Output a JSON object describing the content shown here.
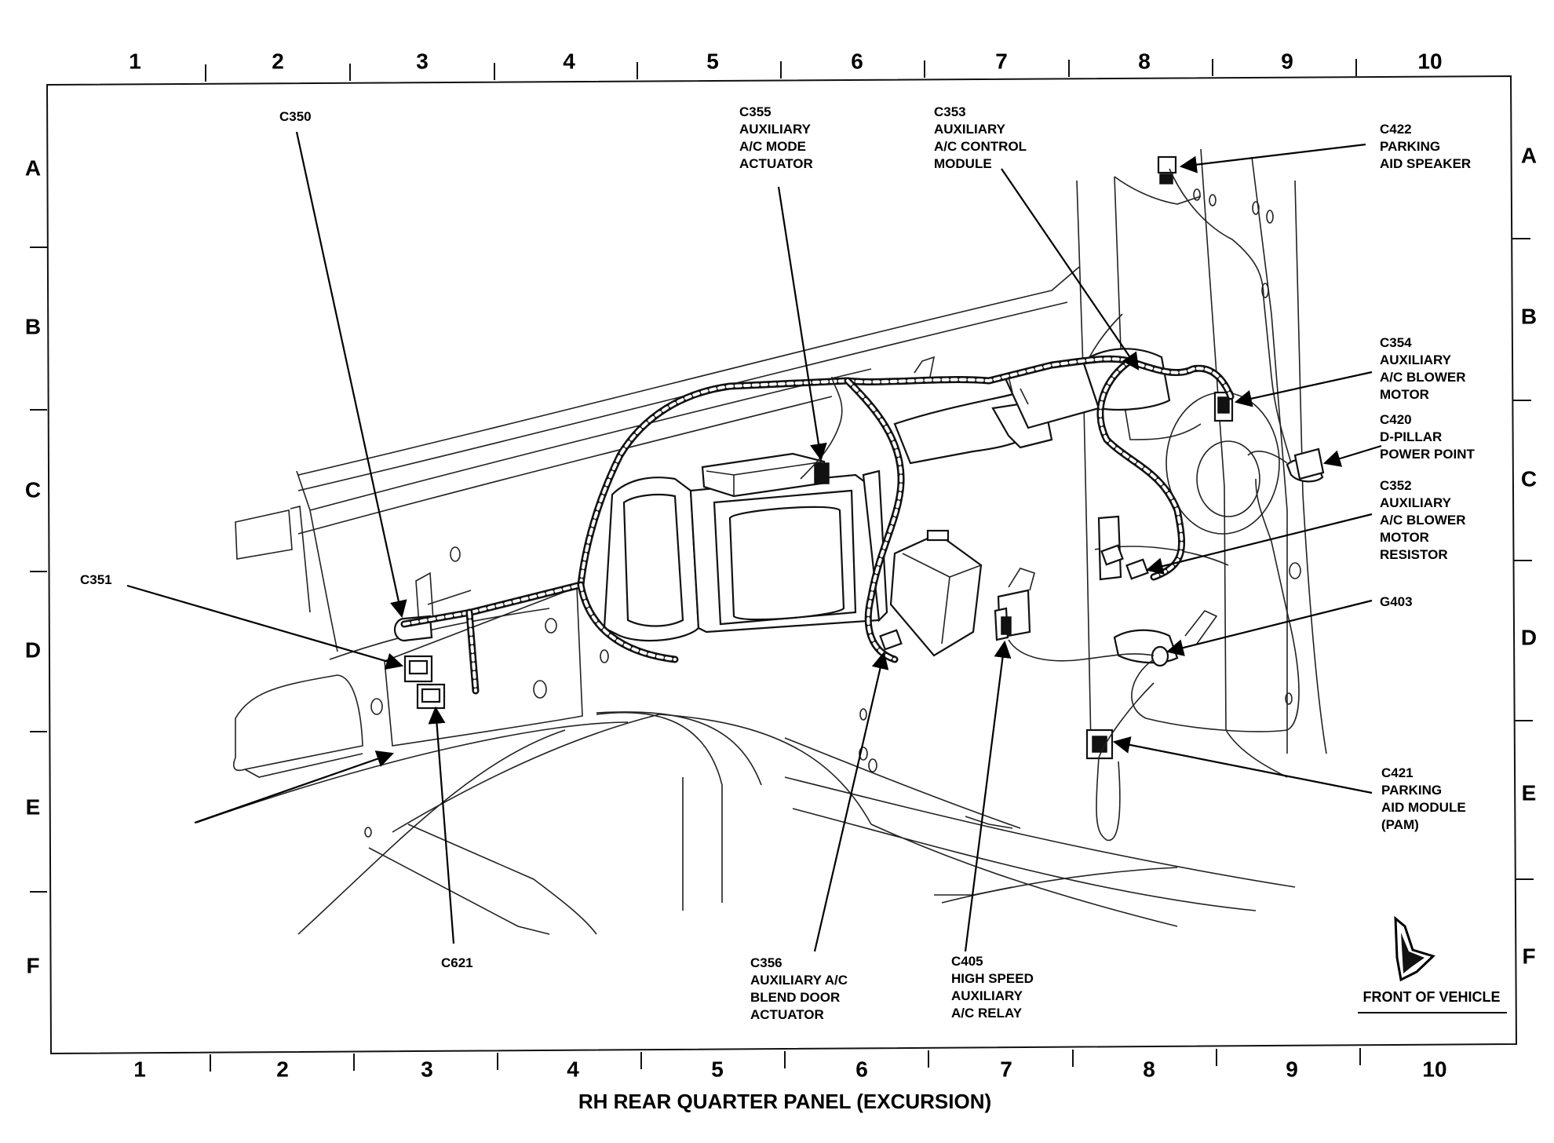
{
  "diagram": {
    "title": "RH REAR QUARTER PANEL (EXCURSION)",
    "columns": [
      "1",
      "2",
      "3",
      "4",
      "5",
      "6",
      "7",
      "8",
      "9",
      "10"
    ],
    "rows": [
      "A",
      "B",
      "C",
      "D",
      "E",
      "F"
    ],
    "front_of_vehicle_label": "FRONT OF VEHICLE",
    "callouts": [
      {
        "id": "C350",
        "lines": [
          "C350"
        ]
      },
      {
        "id": "C351",
        "lines": [
          "C351"
        ]
      },
      {
        "id": "C621",
        "lines": [
          "C621"
        ]
      },
      {
        "id": "C355",
        "lines": [
          "C355",
          "AUXILIARY",
          "A/C MODE",
          "ACTUATOR"
        ]
      },
      {
        "id": "C353",
        "lines": [
          "C353",
          "AUXILIARY",
          "A/C CONTROL",
          "MODULE"
        ]
      },
      {
        "id": "C422",
        "lines": [
          "C422",
          "PARKING",
          "AID SPEAKER"
        ]
      },
      {
        "id": "C354",
        "lines": [
          "C354",
          "AUXILIARY",
          "A/C BLOWER",
          "MOTOR"
        ]
      },
      {
        "id": "C420",
        "lines": [
          "C420",
          "D-PILLAR",
          "POWER POINT"
        ]
      },
      {
        "id": "C352",
        "lines": [
          "C352",
          "AUXILIARY",
          "A/C BLOWER",
          "MOTOR",
          "RESISTOR"
        ]
      },
      {
        "id": "G403",
        "lines": [
          "G403"
        ]
      },
      {
        "id": "C421",
        "lines": [
          "C421",
          "PARKING",
          "AID MODULE",
          "(PAM)"
        ]
      },
      {
        "id": "C356",
        "lines": [
          "C356",
          "AUXILIARY A/C",
          "BLEND DOOR",
          "ACTUATOR"
        ]
      },
      {
        "id": "C405",
        "lines": [
          "C405",
          "HIGH SPEED",
          "AUXILIARY",
          "A/C RELAY"
        ]
      }
    ]
  }
}
